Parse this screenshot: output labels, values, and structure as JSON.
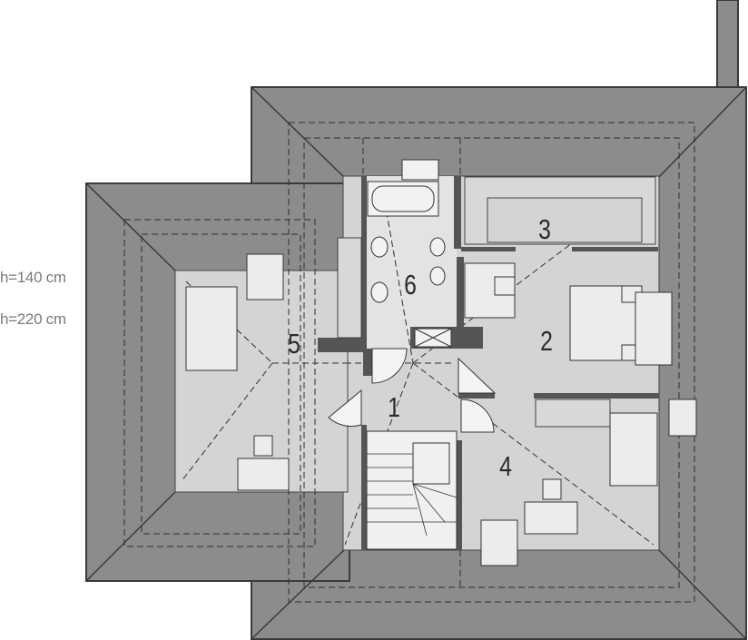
{
  "legend": {
    "height_140": "h=140 cm",
    "height_220": "h=220 cm"
  },
  "rooms": [
    {
      "id": "1",
      "label": "1"
    },
    {
      "id": "2",
      "label": "2"
    },
    {
      "id": "3",
      "label": "3"
    },
    {
      "id": "4",
      "label": "4"
    },
    {
      "id": "5",
      "label": "5"
    },
    {
      "id": "6",
      "label": "6"
    }
  ],
  "colors": {
    "roof": "#8c8c8c",
    "roof_edge": "#3a3a3a",
    "room_floor": "#d4d4d4",
    "wall": "#555555",
    "furniture": "#ececec"
  }
}
